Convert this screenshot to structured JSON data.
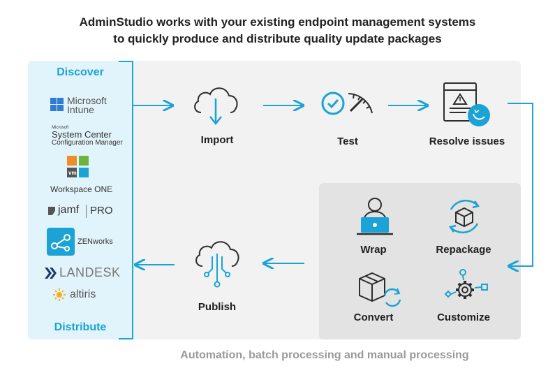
{
  "header": {
    "line1": "AdminStudio works with your existing endpoint management systems",
    "line2": "to quickly produce and distribute quality update packages"
  },
  "sidebar": {
    "top_label": "Discover",
    "bottom_label": "Distribute",
    "logos": {
      "intune_1": "Microsoft",
      "intune_2": "Intune",
      "sccm_small": "Microsoft",
      "sccm_1": "System Center",
      "sccm_2": "Configuration Manager",
      "workspace": "Workspace ONE",
      "vm": "vm",
      "jamf": "jamf",
      "jamf_pro": "PRO",
      "zenworks": "ZENworks",
      "landesk": "LANDESK",
      "altiris": "altiris"
    }
  },
  "steps": {
    "import": "Import",
    "test": "Test",
    "resolve": "Resolve issues",
    "wrap": "Wrap",
    "repackage": "Repackage",
    "convert": "Convert",
    "customize": "Customize",
    "publish": "Publish"
  },
  "footer": "Automation, batch processing and manual processing",
  "colors": {
    "accent": "#1aa3d4",
    "dark": "#2d2d2d"
  }
}
